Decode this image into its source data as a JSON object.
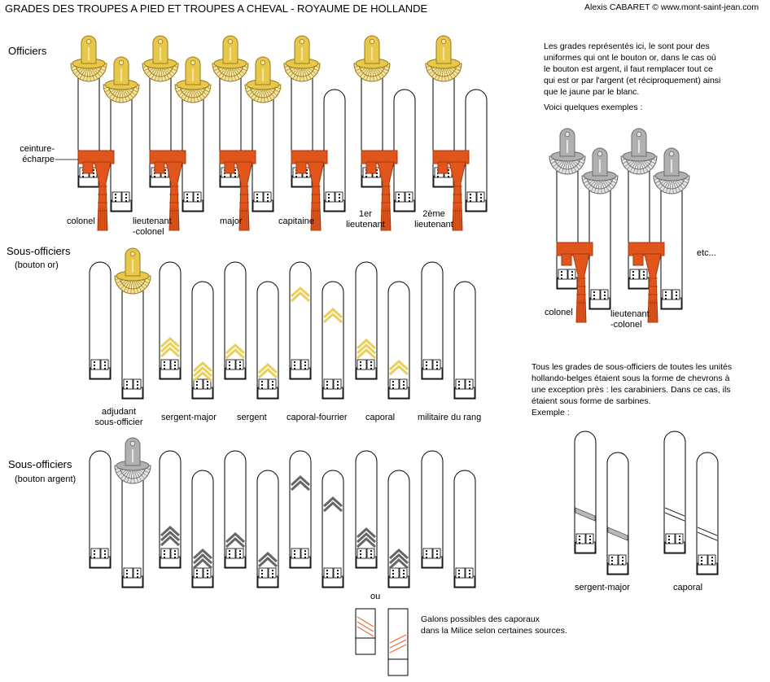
{
  "header": {
    "title": "GRADES DES TROUPES A PIED ET TROUPES A CHEVAL - ROYAUME DE HOLLANDE",
    "author": "Alexis CABARET © www.mont-saint-jean.com"
  },
  "sections": {
    "officiers": "Officiers",
    "sous_officiers_or": "Sous-officiers",
    "bouton_or": "(bouton or)",
    "sous_officiers_argent": "Sous-officiers",
    "bouton_argent": "(bouton argent)"
  },
  "officer_labels": {
    "ceinture": [
      "ceinture-",
      "écharpe"
    ],
    "colonel": "colonel",
    "lieutenant_colonel": [
      "lieutenant",
      "-colonel"
    ],
    "major": "major",
    "capitaine": "capitaine",
    "premier_lieutenant": [
      "1er",
      "lieutenant"
    ],
    "deuxieme_lieutenant": [
      "2ème",
      "lieutenant"
    ]
  },
  "nco_labels": {
    "adjudant": [
      "adjudant",
      "sous-officier"
    ],
    "sergent_major": "sergent-major",
    "sergent": "sergent",
    "caporal_fourrier": "caporal-fourrier",
    "caporal": "caporal",
    "militaire": "militaire du rang",
    "ou": "ou"
  },
  "note_silver": {
    "lines": [
      "Les grades représentés ici, le sont pour des",
      "uniformes qui ont le bouton or, dans le cas où",
      "le bouton est argent, il faut remplacer tout ce",
      "qui est or par l'argent (et réciproquement) ainsi",
      "que le jaune par le blanc."
    ],
    "examples": "Voici quelques exemples :",
    "colonel": "colonel",
    "lieutenant_colonel": [
      "lieutenant",
      "-colonel"
    ],
    "etc": "etc..."
  },
  "note_carabiniers": {
    "lines": [
      "Tous les grades de sous-officiers de toutes les unités",
      "hollando-belges étaient sous la forme de chevrons à",
      "une exception près : les carabiniers. Dans ce cas, ils",
      "étaient sous forme de sarbines.",
      "Exemple :"
    ],
    "sergent_major": "sergent-major",
    "caporal": "caporal"
  },
  "note_milice": {
    "lines": [
      "Galons possibles des caporaux",
      "dans la Milice selon certaines sources."
    ]
  },
  "colors": {
    "gold": "#e8c84a",
    "gold_dark": "#9a7a1a",
    "gold_light": "#f4e4a0",
    "silver": "#b0b0b0",
    "silver_dark": "#6a6a6a",
    "sash": "#e0551c",
    "sash_dark": "#a8380a",
    "chevron_gold": "#e8cf5a",
    "chevron_silver": "#9a9a9a",
    "milice_orange": "#e8703a"
  }
}
